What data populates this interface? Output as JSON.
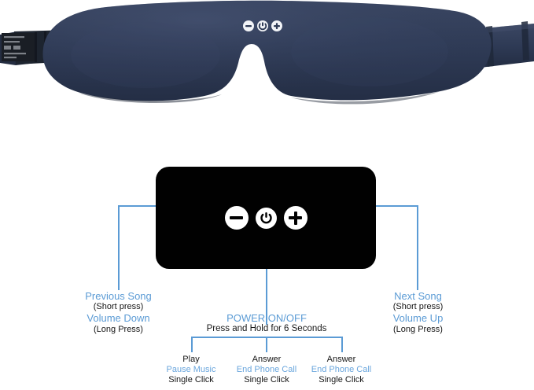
{
  "product": {
    "name": "bluetooth-sleep-eye-mask",
    "body_color": "#2e3a55",
    "strap_color": "#2b3750",
    "care_label_color": "#1b1f26",
    "buttons": [
      {
        "name": "minus-button",
        "glyph": "minus"
      },
      {
        "name": "power-button",
        "glyph": "power"
      },
      {
        "name": "plus-button",
        "glyph": "plus"
      }
    ]
  },
  "diagram": {
    "panel": {
      "name": "control-panel",
      "background": "#010101",
      "buttons": [
        {
          "name": "minus-button",
          "glyph": "minus"
        },
        {
          "name": "power-button",
          "glyph": "power"
        },
        {
          "name": "plus-button",
          "glyph": "plus"
        }
      ]
    },
    "line_color": "#5b9bd5",
    "accent_color": "#5b9bd5",
    "text_color": "#161616",
    "labels": {
      "left": {
        "title": "Previous Song",
        "title_sub": "(Short press)",
        "secondary": "Volume Down",
        "secondary_sub": "(Long Press)"
      },
      "right": {
        "title": "Next Song",
        "title_sub": "(Short press)",
        "secondary": "Volume Up",
        "secondary_sub": "(Long Press)"
      },
      "power": {
        "title": "POWER ON/OFF",
        "subtitle": "Press and Hold for 6 Seconds"
      },
      "bottom": [
        {
          "line1": "Play",
          "line2": "Pause Music",
          "line3": "Single Click"
        },
        {
          "line1": "Answer",
          "line2": "End Phone Call",
          "line3": "Single Click"
        },
        {
          "line1": "Answer",
          "line2": "End Phone Call",
          "line3": "Single Click"
        }
      ]
    }
  }
}
